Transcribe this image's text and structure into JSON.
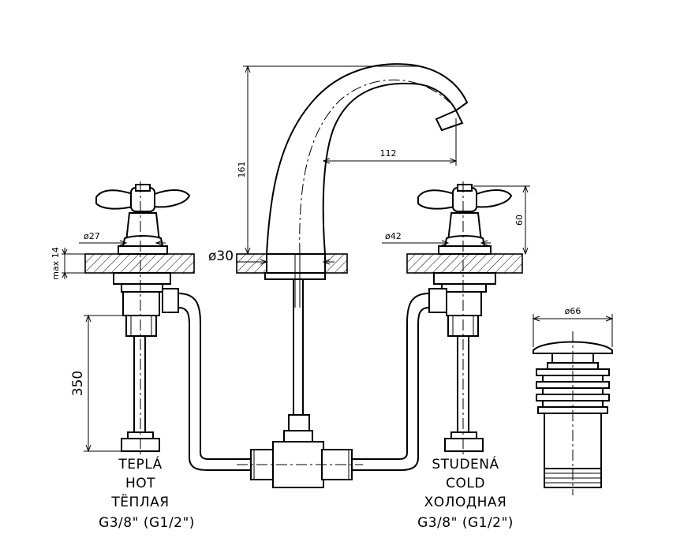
{
  "dimensions": {
    "spout_height": "161",
    "spout_reach": "112",
    "handle_height": "60",
    "left_base_dia": "ø27",
    "right_base_dia": "ø42",
    "spout_base_dia": "ø30",
    "deck_thickness": "max 14",
    "hose_length": "350",
    "waste_dia": "ø66"
  },
  "labels": {
    "hot": [
      "TEPLÁ",
      "HOT",
      "ТЁПЛАЯ",
      "G3/8\"  (G1/2\")"
    ],
    "cold": [
      "STUDENÁ",
      "COLD",
      "ХОЛОДНАЯ",
      "G3/8\"  (G1/2\")"
    ]
  }
}
